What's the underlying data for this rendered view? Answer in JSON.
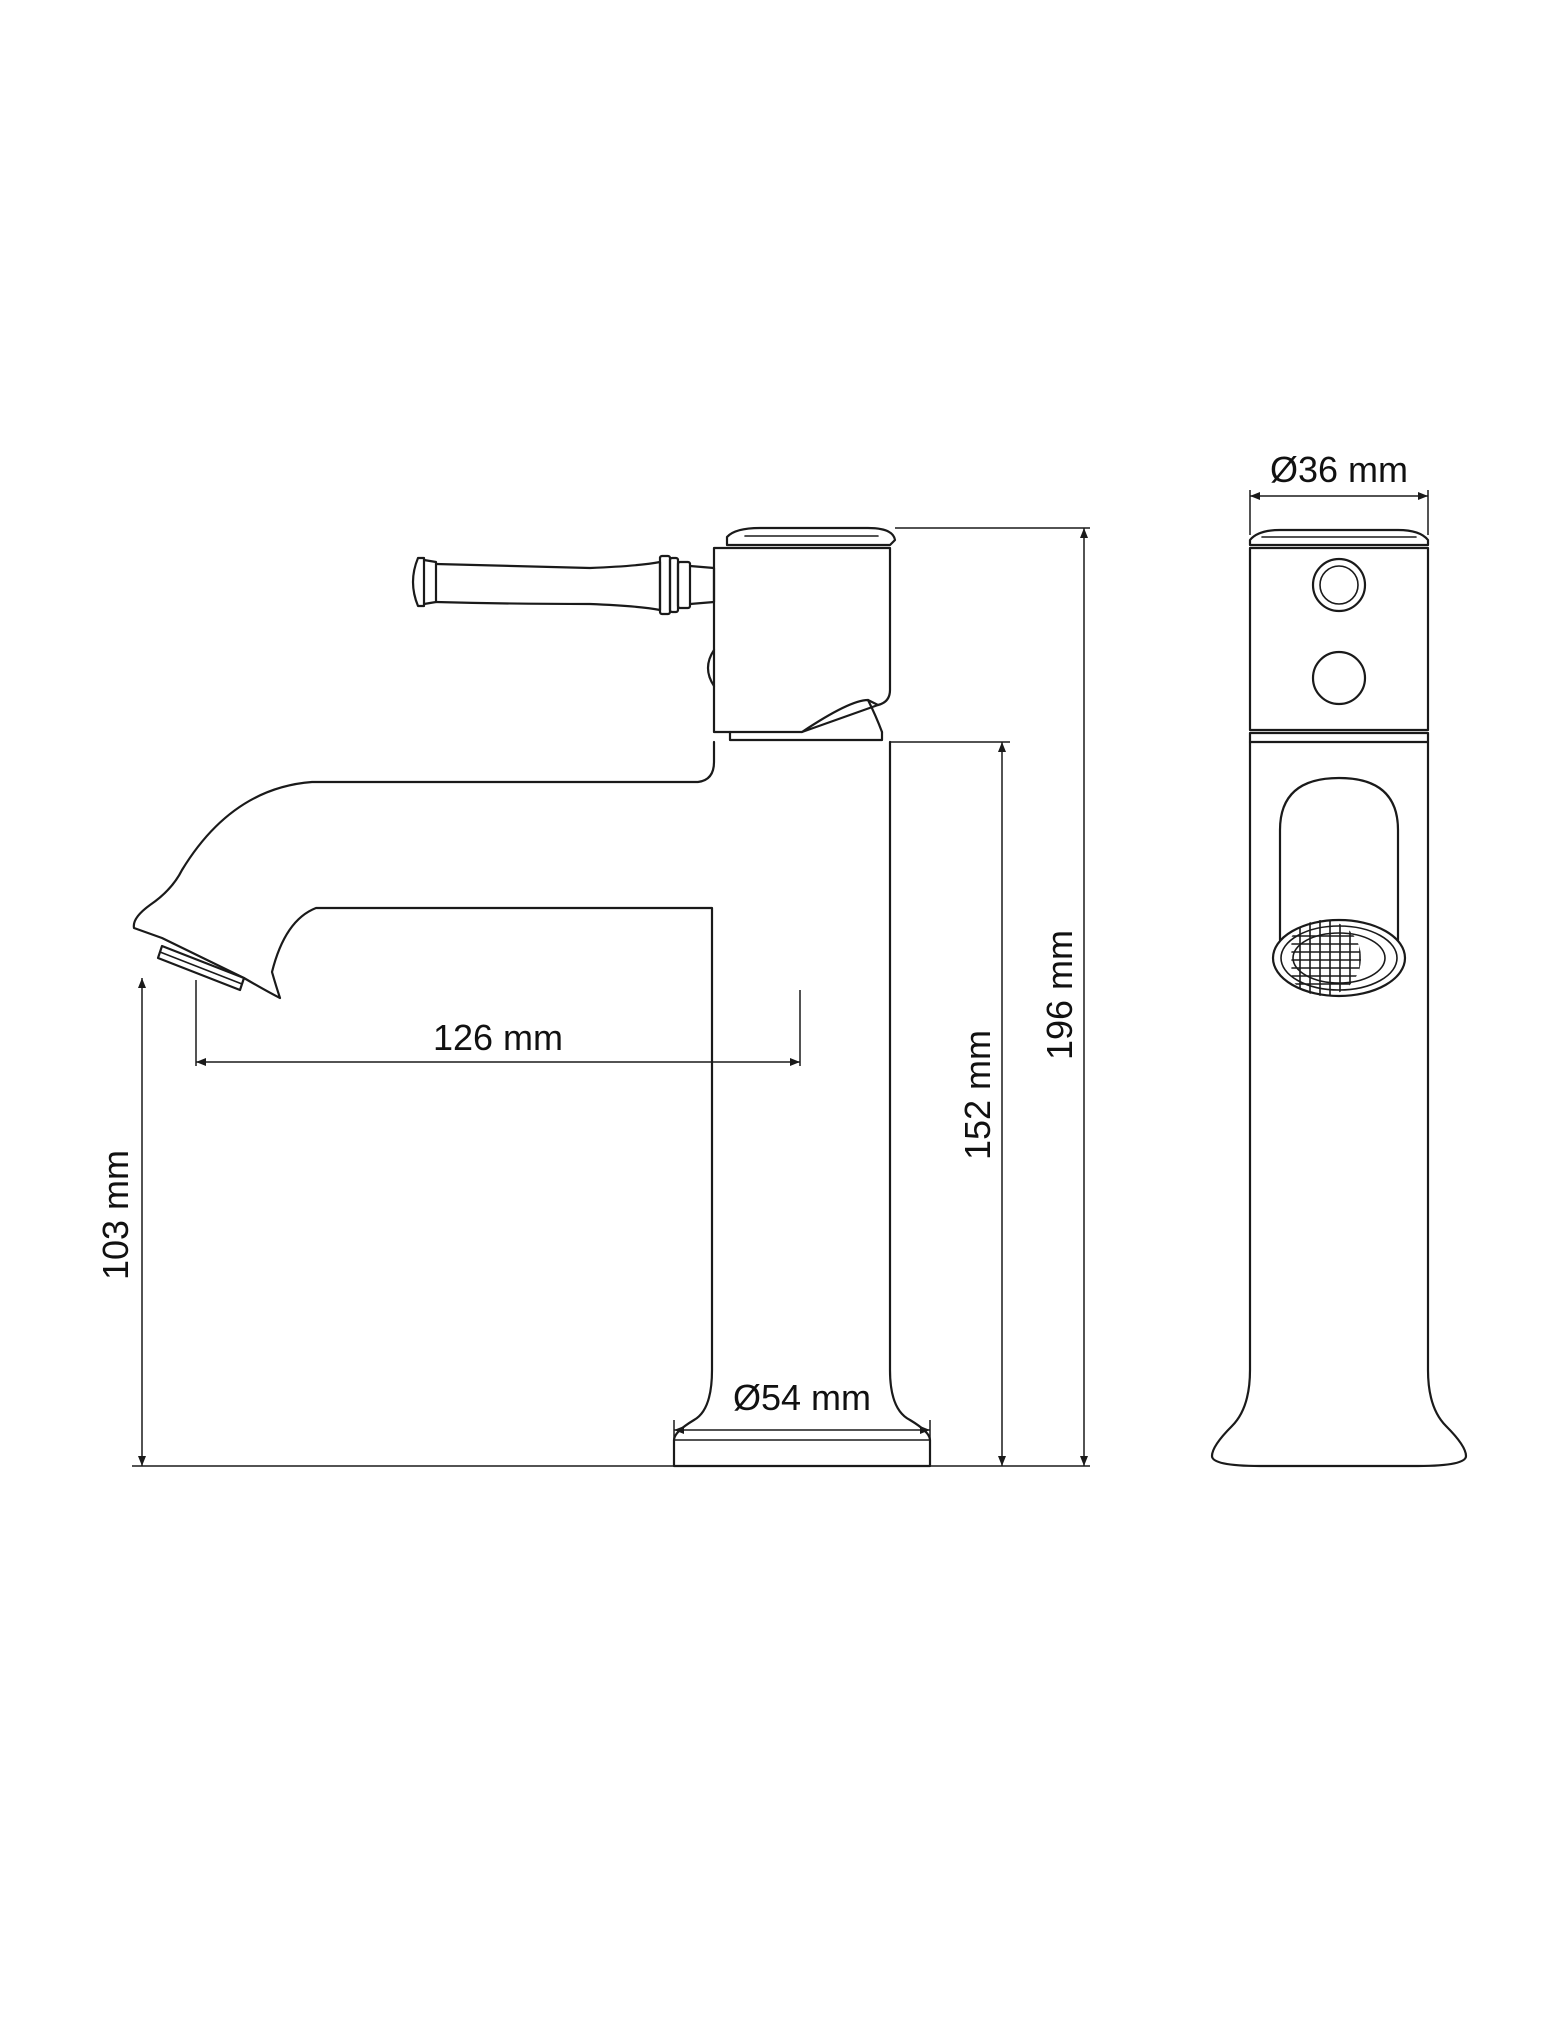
{
  "dimensions": {
    "spout_reach": "126 mm",
    "spout_height": "103 mm",
    "body_height": "152 mm",
    "total_height": "196 mm",
    "base_diameter": "Ø54 mm",
    "body_diameter": "Ø36 mm"
  },
  "icons": {
    "side_view": "faucet-side-view-icon",
    "front_view": "faucet-front-view-icon"
  },
  "colors": {
    "line": "#1a1a1a",
    "background": "#ffffff"
  }
}
